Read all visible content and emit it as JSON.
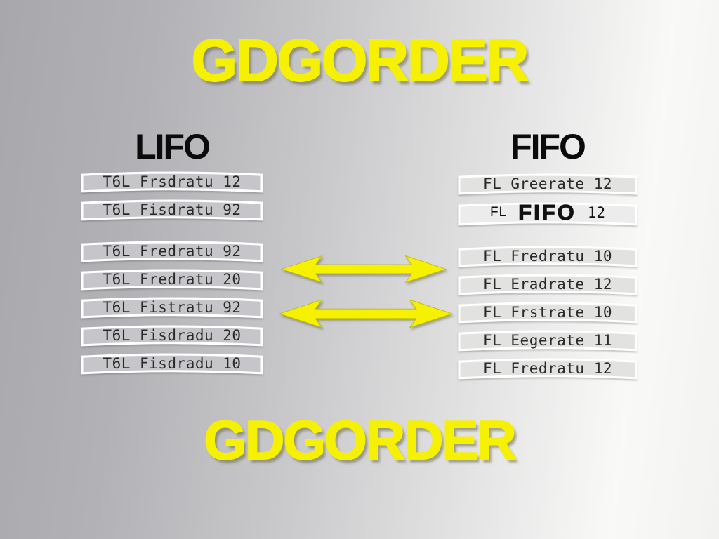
{
  "titles": {
    "top": "GDGORDER",
    "bottom": "GDGORDER"
  },
  "columns": {
    "lifo": {
      "heading": "LIFO",
      "rows_top": [
        "T6L Frsdratu 12",
        "T6L Fisdratu 92"
      ],
      "rows_bottom": [
        "T6L Fredratu 92",
        "T6L Fredratu 20",
        "T6L Fistratu 92",
        "T6L Fisdradu 20",
        "T6L Fisdradu 10"
      ]
    },
    "fifo": {
      "heading": "FIFO",
      "rows_top": [
        "FL Greerate 12"
      ],
      "highlight_row": {
        "prefix": "FL",
        "word": "FIFO",
        "value": "12"
      },
      "rows_bottom": [
        "FL Fredratu 10",
        "FL Eradrate 12",
        "FL Frstrate 10",
        "FL Eegerate 11",
        "FL Fredratu 12"
      ]
    }
  },
  "icons": {
    "exchange_arrow_top": "double-headed-arrow",
    "exchange_arrow_bottom": "double-headed-arrow"
  },
  "colors": {
    "accent_yellow": "#f5f100",
    "heading_black": "#0b0b0b",
    "band_fill_left": "#c6c6ca",
    "band_fill_right": "#e2e2e1",
    "band_border": "#ffffff",
    "row_text": "#2a2a2a"
  }
}
